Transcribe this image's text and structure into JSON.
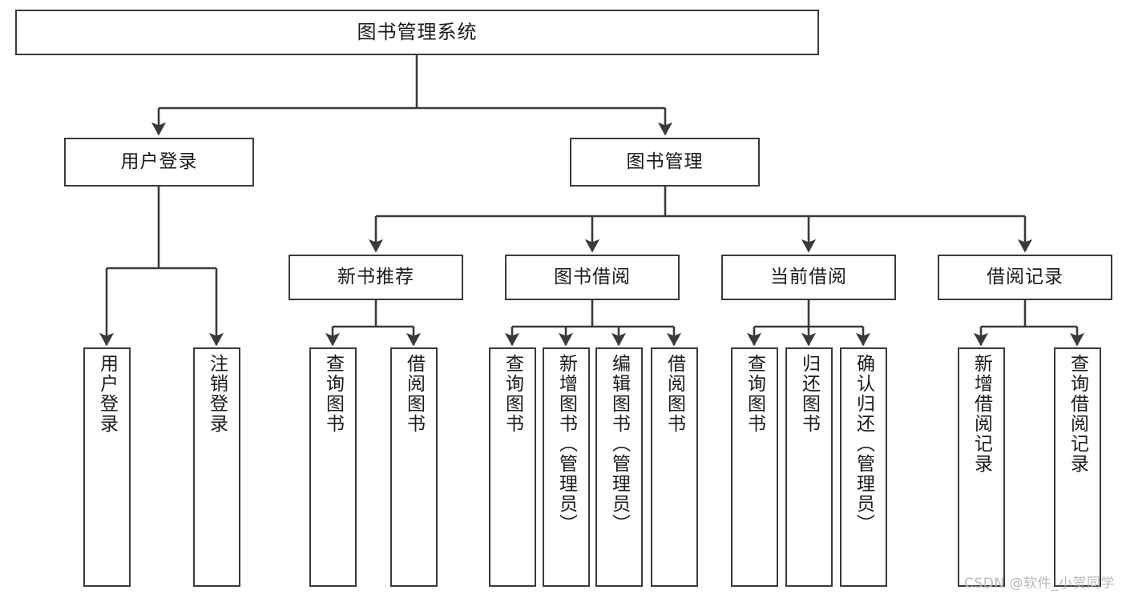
{
  "diagram": {
    "title": "图书管理系统",
    "type": "tree",
    "watermark": "CSDN @软件_小贺同学",
    "colors": {
      "box_border": "#3a3a3a",
      "box_fill": "#ffffff",
      "edge": "#3a3a3a",
      "text": "#1a1a1a",
      "watermark": "#b9b9b9"
    },
    "nodes": {
      "root": {
        "label": "图书管理系统"
      },
      "level1": [
        {
          "label": "用户登录"
        },
        {
          "label": "图书管理"
        }
      ],
      "level2": [
        {
          "label": "新书推荐"
        },
        {
          "label": "图书借阅"
        },
        {
          "label": "当前借阅"
        },
        {
          "label": "借阅记录"
        }
      ],
      "leaves": {
        "user_login": [
          {
            "label": "用户登录"
          },
          {
            "label": "注销登录"
          }
        ],
        "new_book": [
          {
            "label": "查询图书"
          },
          {
            "label": "借阅图书"
          }
        ],
        "book_borrow": [
          {
            "label": "查询图书"
          },
          {
            "label": "新增图书（管理员）"
          },
          {
            "label": "编辑图书（管理员）"
          },
          {
            "label": "借阅图书"
          }
        ],
        "current_borrow": [
          {
            "label": "查询图书"
          },
          {
            "label": "归还图书"
          },
          {
            "label": "确认归还（管理员）"
          }
        ],
        "borrow_record": [
          {
            "label": "新增借阅记录"
          },
          {
            "label": "查询借阅记录"
          }
        ]
      }
    }
  }
}
